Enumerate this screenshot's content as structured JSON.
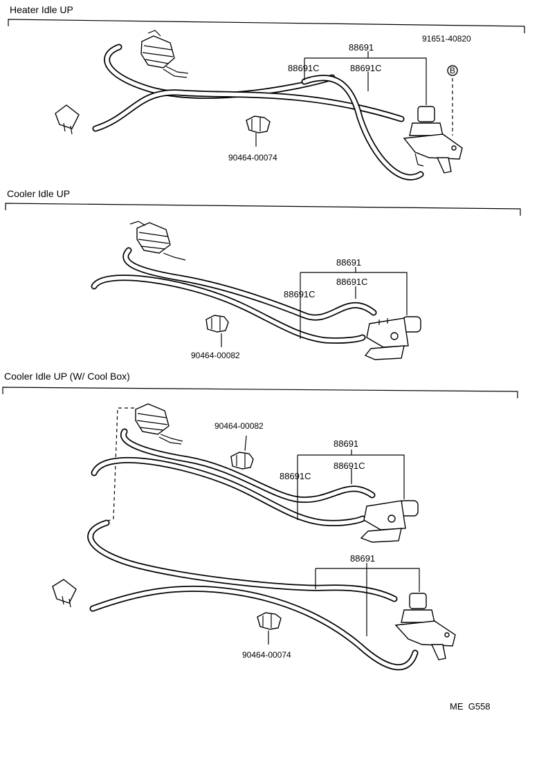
{
  "sections": [
    {
      "title": "Heater Idle UP",
      "labels": {
        "hose_group": "88691",
        "hose_left": "88691C",
        "hose_right": "88691C",
        "bolt": "91651-40820",
        "bolt_symbol": "B",
        "clamp": "90464-00074"
      }
    },
    {
      "title": "Cooler Idle UP",
      "labels": {
        "hose_group": "88691",
        "hose_right": "88691C",
        "hose_left": "88691C",
        "clamp": "90464-00082"
      }
    },
    {
      "title": "Cooler Idle UP (W/ Cool Box)",
      "labels": {
        "clamp_top": "90464-00082",
        "hose_group": "88691",
        "hose_right": "88691C",
        "hose_left": "88691C",
        "hose_group_lower": "88691",
        "clamp_bottom": "90464-00074"
      }
    }
  ],
  "footer_code": "ME  G558",
  "colors": {
    "ink": "#000000",
    "paper": "#ffffff"
  }
}
